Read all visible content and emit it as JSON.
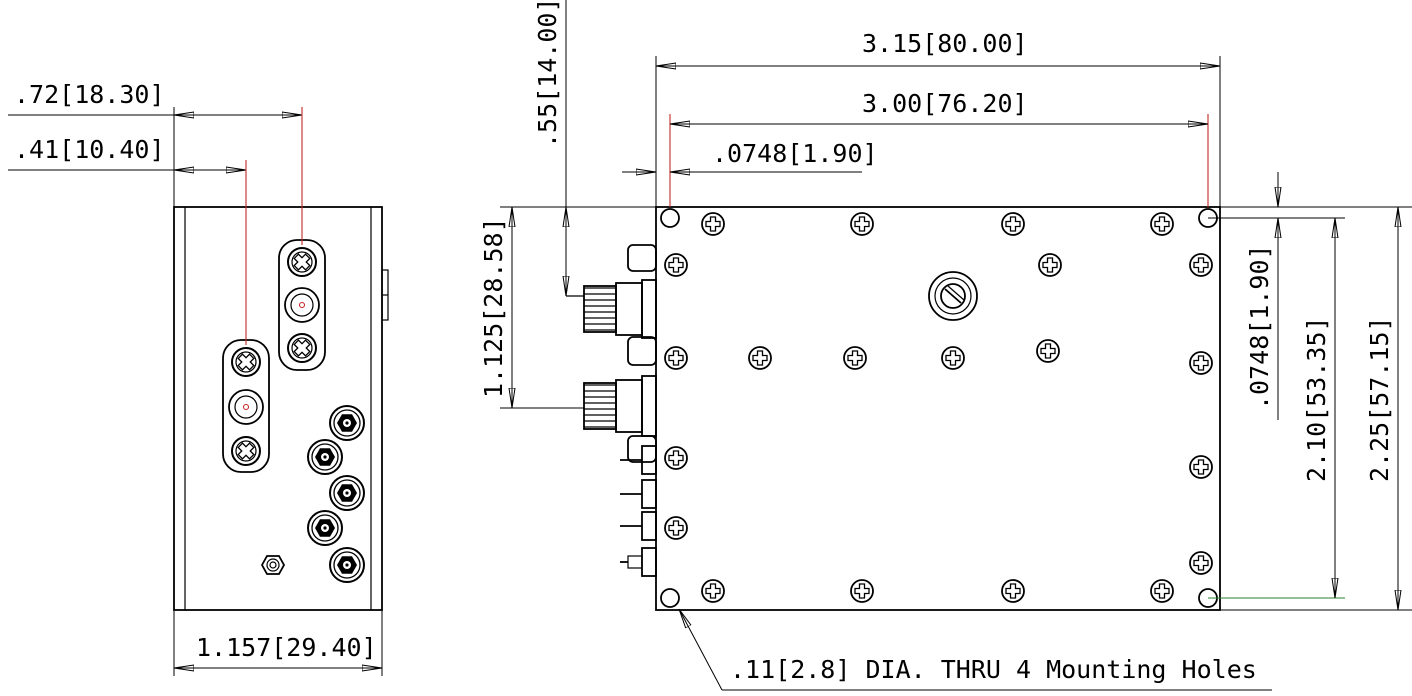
{
  "dimensions": {
    "side_offset_1": ".72[18.30]",
    "side_offset_2": ".41[10.40]",
    "side_width": "1.157[29.40]",
    "top_height_offset": ".55[14.00]",
    "left_connector_spacing": "1.125[28.58]",
    "overall_width": "3.15[80.00]",
    "hole_spacing_width": "3.00[76.20]",
    "hole_inset_x": ".0748[1.90]",
    "hole_inset_y": ".0748[1.90]",
    "hole_spacing_height": "2.10[53.35]",
    "overall_height": "2.25[57.15]",
    "mounting_hole_note": ".11[2.8] DIA. THRU 4 Mounting Holes"
  },
  "colors": {
    "line": "#000000",
    "accent_red": "#c62828",
    "accent_green": "#2e7d32"
  },
  "icons": {
    "screw": "phillips-screw-icon",
    "hex_screw": "hex-screw-icon",
    "sma": "sma-connector-icon",
    "hole": "mounting-hole-icon"
  }
}
